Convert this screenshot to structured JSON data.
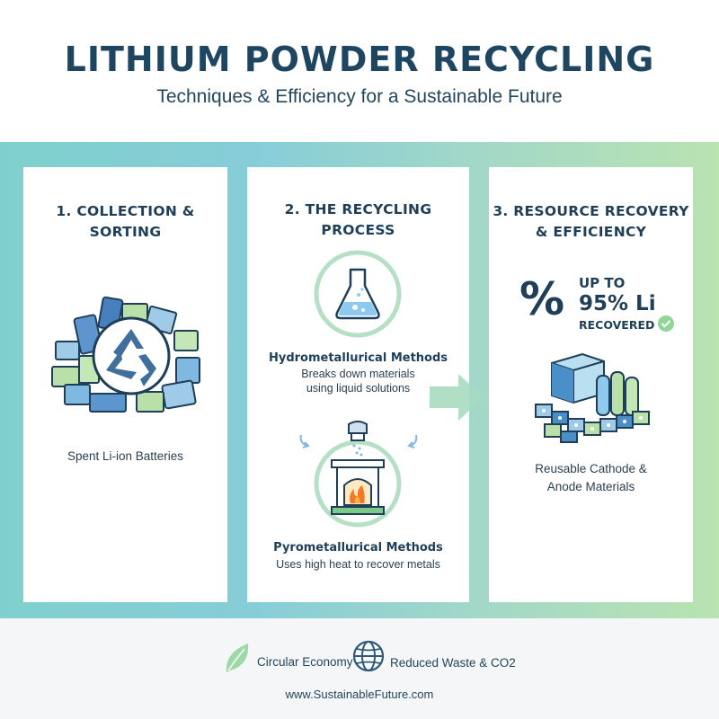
{
  "header": {
    "title": "LITHIUM POWDER RECYCLING",
    "subtitle": "Techniques & Efficiency for a Sustainable Future"
  },
  "steps": [
    {
      "title_lines": [
        "1. COLLECTION &",
        "SORTING"
      ],
      "icon": "battery-pile-recycle-icon",
      "caption": "Spent Li-ion Batteries"
    },
    {
      "title_lines": [
        "2. THE RECYCLING PROCESS"
      ],
      "methods": [
        {
          "icon": "flask-icon",
          "title": "Hydrometallurical Methods",
          "desc_lines": [
            "Breaks down materials",
            "using liquid solutions"
          ]
        },
        {
          "icon": "furnace-icon",
          "title": "Pyrometallurical Methods",
          "desc_lines": [
            "Uses high heat to recover metals"
          ]
        }
      ]
    },
    {
      "title_lines": [
        "3. RESOURCE RECOVERY",
        "& EFFICIENCY"
      ],
      "stat": {
        "symbol": "%",
        "prefix": "UP TO",
        "value": "95% Li",
        "suffix": "RECOVERED"
      },
      "icon": "battery-materials-icon",
      "caption_lines": [
        "Reusable Cathode &",
        "Anode Materials"
      ]
    }
  ],
  "footer": {
    "items": [
      {
        "icon": "leaf-icon",
        "label": "Circular Economy"
      },
      {
        "icon": "globe-icon",
        "label": "Reduced Waste & CO2"
      }
    ],
    "url": "www.SustainableFuture.com"
  },
  "colors": {
    "navy": "#1f4660",
    "accent_blue": "#4a8fc8",
    "accent_green": "#7cc98a",
    "flame": "#f07a2a"
  }
}
